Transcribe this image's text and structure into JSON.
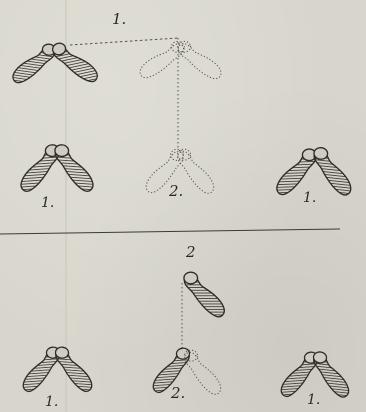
{
  "figure": {
    "top_marker": "1.",
    "bottom_marker": "2",
    "upper_row_labels": [
      "1.",
      "2.",
      "1."
    ],
    "lower_row_labels": [
      "1.",
      "2.",
      "1."
    ]
  },
  "colors": {
    "paper": "#d8d6cc",
    "ink": "#2f2c27"
  }
}
